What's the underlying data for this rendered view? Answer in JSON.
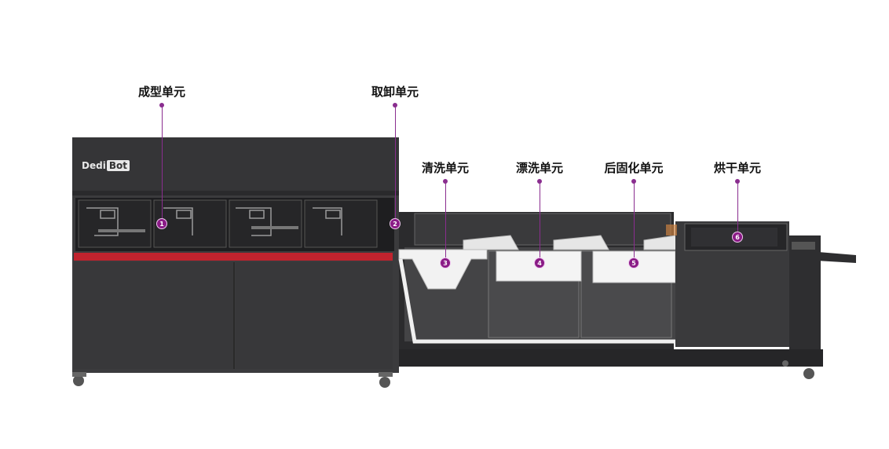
{
  "brand": {
    "prefix": "Dedi",
    "boxed": "Bot"
  },
  "units": [
    {
      "label": "成型单元",
      "number": "1"
    },
    {
      "label": "取卸单元",
      "number": "2"
    },
    {
      "label": "清洗单元",
      "number": "3"
    },
    {
      "label": "漂洗单元",
      "number": "4"
    },
    {
      "label": "后固化单元",
      "number": "5"
    },
    {
      "label": "烘干单元",
      "number": "6"
    }
  ],
  "colors": {
    "accent": "#8a2d8f",
    "machine": "#3a3a3c",
    "stripe": "#c0232e"
  }
}
